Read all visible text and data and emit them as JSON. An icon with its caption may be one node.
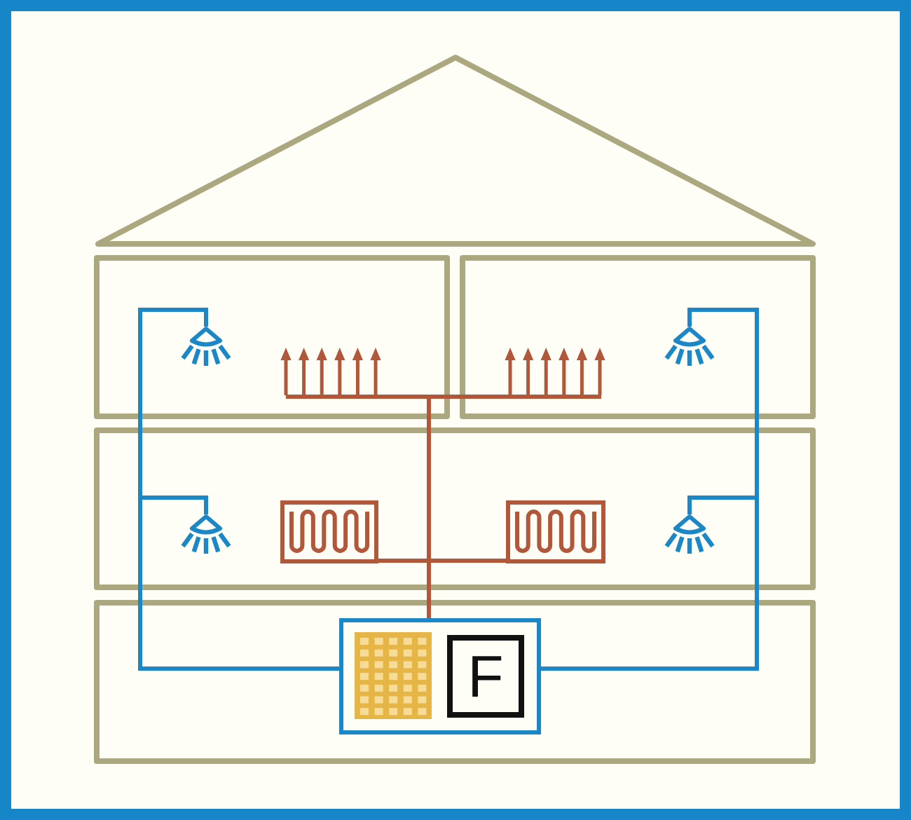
{
  "diagram": {
    "nodes": [
      {
        "text": [],
        "shape": "picture"
      },
      {
        "text": [],
        "shape": "picture"
      },
      {
        "text": [],
        "shape": "picture"
      },
      {
        "text": [],
        "shape": "picture"
      },
      {
        "text": [],
        "shape": "picture"
      },
      {
        "text": [],
        "shape": "picture"
      },
      {
        "text": [],
        "shape": "picture"
      },
      {
        "text": [],
        "shape": "picture"
      },
      {
        "text": [],
        "shape": "box"
      },
      {
        "text": [],
        "shape": "picture",
        "in": 8
      },
      {
        "text": [
          "F"
        ],
        "in": 8
      }
    ],
    "edges": [
      {
        "from": 8,
        "to": 0,
        "arrow": "none",
        "color": "#1c87c7"
      },
      {
        "from": 8,
        "to": 4,
        "arrow": "none",
        "color": "#1c87c7"
      },
      {
        "from": 8,
        "to": 3,
        "arrow": "none",
        "color": "#1c87c7"
      },
      {
        "from": 8,
        "to": 7,
        "arrow": "none",
        "color": "#1c87c7"
      },
      {
        "from": 8,
        "to": 1,
        "arrow": "none",
        "color": "#b1573a"
      },
      {
        "from": 8,
        "to": 2,
        "arrow": "none",
        "color": "#b1573a"
      },
      {
        "from": 8,
        "to": 5,
        "arrow": "none",
        "color": "#b1573a"
      },
      {
        "from": 8,
        "to": 6,
        "arrow": "none",
        "color": "#b1573a"
      }
    ]
  }
}
